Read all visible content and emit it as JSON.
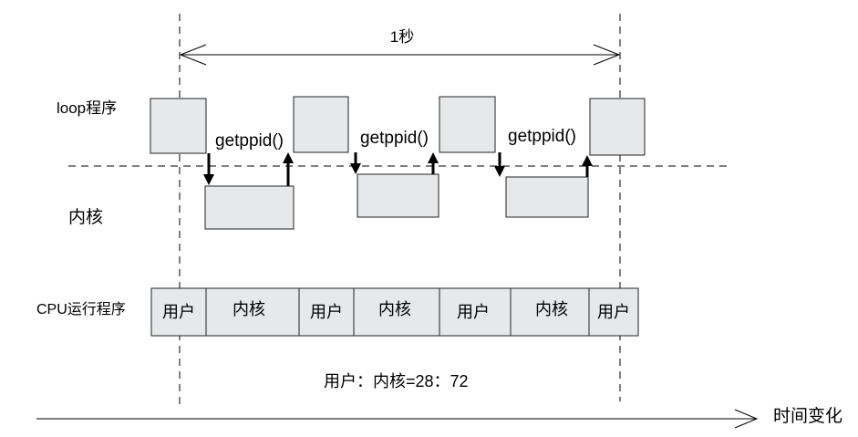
{
  "interval_label": "1秒",
  "rows": {
    "loop_label": "loop程序",
    "kernel_label": "内核",
    "cpu_label": "CPU运行程序"
  },
  "syscall_labels": [
    "getppid()",
    "getppid()",
    "getppid()"
  ],
  "cpu_segments": [
    "用户",
    "内核",
    "用户",
    "内核",
    "用户",
    "内核",
    "用户"
  ],
  "ratio_text": "用户：内核=28：72",
  "time_axis_label": "时间变化",
  "colors": {
    "box_fill": "#e6e8ea",
    "line": "#000000"
  }
}
